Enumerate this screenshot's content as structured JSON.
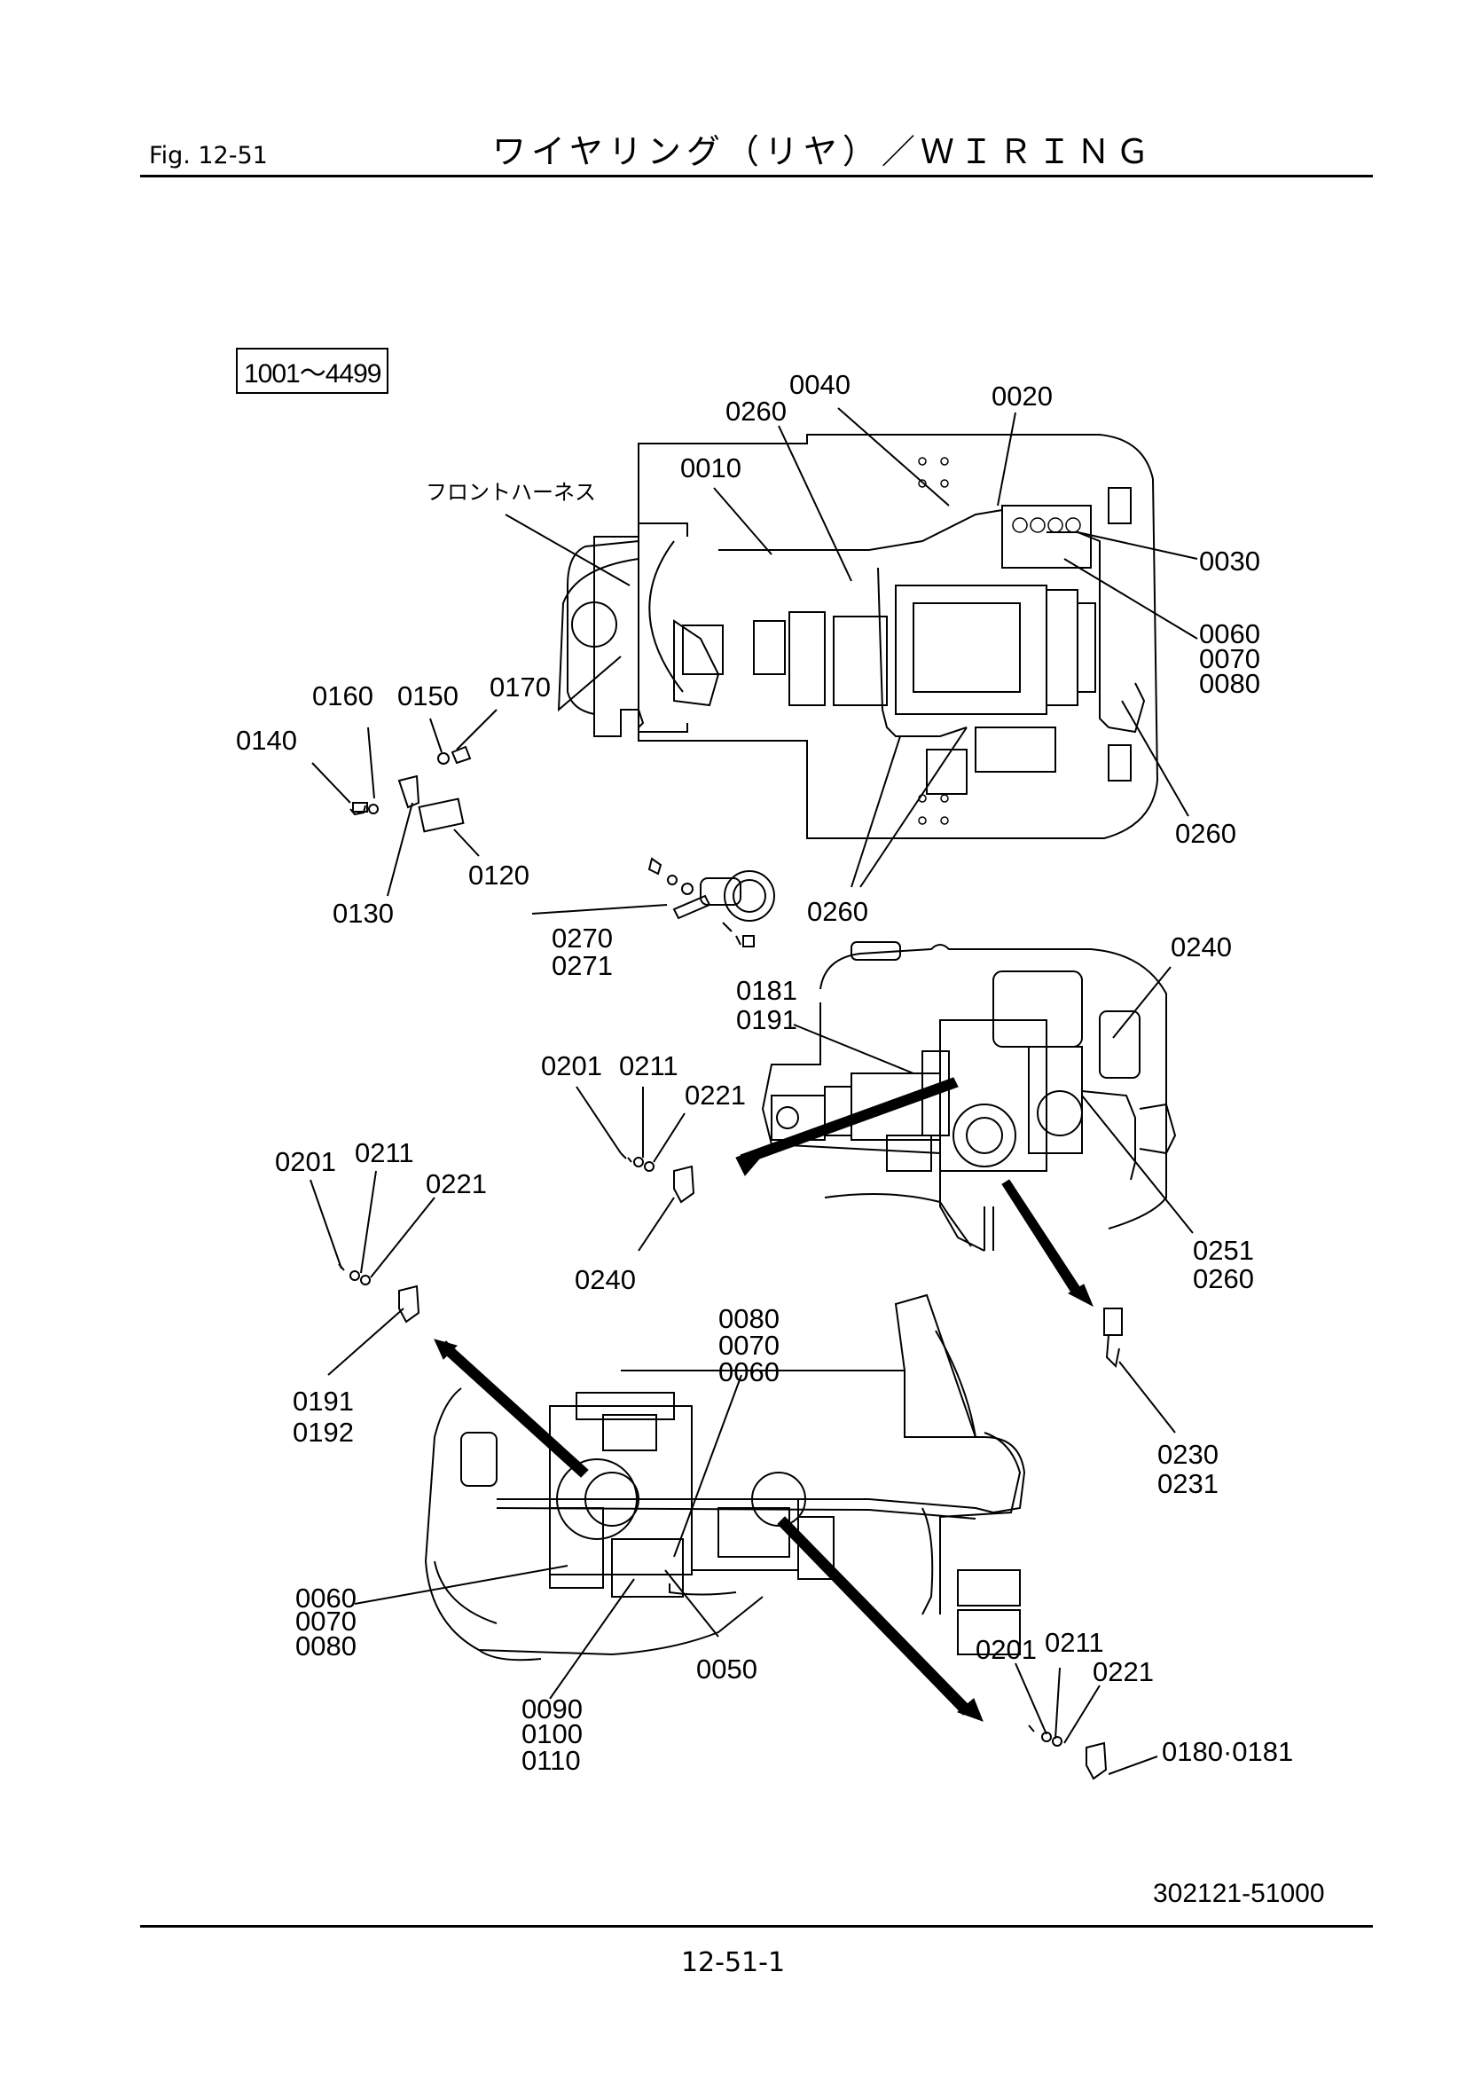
{
  "header": {
    "fig_label": "Fig. 12-51",
    "title": "ワイヤリング（リヤ）／ＷＩＲＩＮＧ"
  },
  "serial_range": "1001～4499",
  "front_harness_label": "フロントハーネス",
  "callouts": [
    "0040",
    "0020",
    "0260",
    "0010",
    "0030",
    "0060",
    "0070",
    "0080",
    "0260",
    "0160",
    "0150",
    "0170",
    "0140",
    "0120",
    "0130",
    "0270",
    "0271",
    "0260",
    "0240",
    "0181",
    "0191",
    "0201",
    "0211",
    "0221",
    "0201",
    "0211",
    "0221",
    "0240",
    "0251",
    "0260",
    "0191",
    "0192",
    "0080",
    "0070",
    "0060",
    "0230",
    "0231",
    "0060",
    "0070",
    "0080",
    "0050",
    "0201",
    "0211",
    "0221",
    "0090",
    "0100",
    "0110",
    "0180·0181"
  ],
  "drawing_number": "302121-51000",
  "page_number": "12-51-1"
}
